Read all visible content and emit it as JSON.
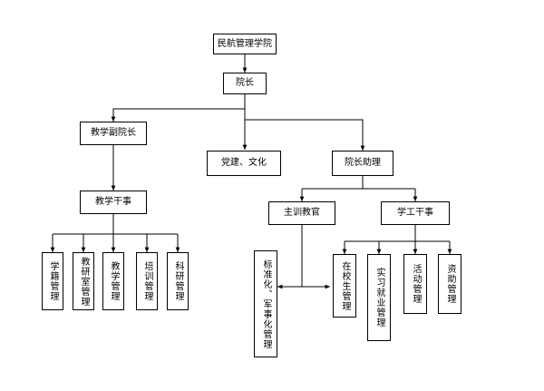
{
  "nodes": {
    "root": "民航管理学院",
    "president": "院长",
    "vp_teaching": "教学副院长",
    "party": "党建、文化",
    "assistant": "院长助理",
    "teaching_officer": "教学干事",
    "instructor": "主训教官",
    "student_officer": "学工干事",
    "std": "标准化、军事化管理",
    "t1": "学籍管理",
    "t2": "教研室管理",
    "t3": "教学管理",
    "t4": "培训管理",
    "t5": "科研管理",
    "s1": "在校生管理",
    "s2": "实习就业管理",
    "s3": "活动管理",
    "s4": "资助管理"
  },
  "colors": {
    "line": "#000000",
    "box_border": "#000000"
  }
}
